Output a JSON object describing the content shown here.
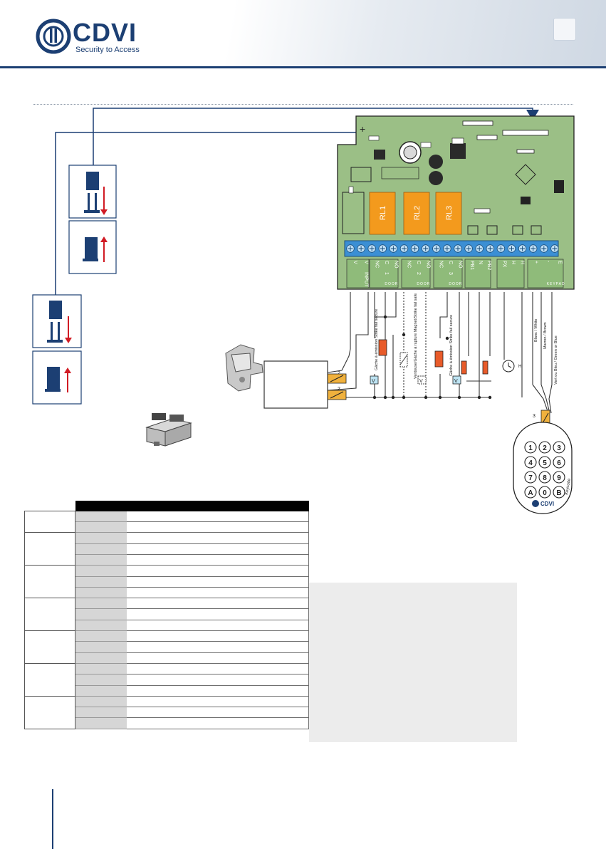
{
  "header": {
    "brand": "CDVI",
    "tagline": "Security to Access",
    "brand_color": "#1c3f73"
  },
  "board": {
    "relays": [
      "RL1",
      "RL2",
      "RL3"
    ],
    "terminal_groups": [
      {
        "name": "input",
        "top": [
          "V",
          "V"
        ],
        "side": "INPUT"
      },
      {
        "name": "relay-1",
        "top": [
          "NC",
          "C",
          "NO"
        ],
        "side": "1",
        "sub": "DOOR"
      },
      {
        "name": "relay-2",
        "top": [
          "NC",
          "C",
          "NO"
        ],
        "side": "2",
        "sub": "DOOR"
      },
      {
        "name": "relay-3",
        "top": [
          "NC",
          "C",
          "NO"
        ],
        "side": "3",
        "sub": "DOOR"
      },
      {
        "name": "push-buttons",
        "top": [
          "PB1",
          "N",
          "PB2"
        ]
      },
      {
        "name": "px",
        "top": [
          "PX",
          "H",
          "H"
        ]
      },
      {
        "name": "keypad",
        "top": [
          "+",
          "-",
          "E"
        ],
        "sub": "KEYPAD"
      }
    ],
    "board_color": "#9bbf86",
    "relay_color": "#f39a1d",
    "terminal_block_color": "#3b8fd4"
  },
  "wiring_labels": {
    "strike_fail_secure_1": "Gâche à émission Strike fail secure",
    "magnet_fail_safe": "Ventouse/Gâche à rupture Magnet/Strike fail safe",
    "strike_fail_secure_2": "Gâche à émission Strike fail secure",
    "voltage_badge": "V",
    "clock_mark": "H",
    "wire_white": "Blanc / White",
    "wire_brown": "Marron / Brown",
    "wire_green_blue": "Vert ou Bleu / Green or Blue",
    "cable_count_left_1": "2",
    "cable_count_left_2": "2",
    "cable_count_keypad": "3"
  },
  "keypad": {
    "keys": [
      "1",
      "2",
      "3",
      "4",
      "5",
      "6",
      "7",
      "8",
      "9",
      "A",
      "0",
      "B"
    ],
    "brand": "CDVI",
    "side_label": "Keycode"
  },
  "table": {
    "group_count": 7,
    "groups": [
      {
        "rows": 2
      },
      {
        "rows": 3
      },
      {
        "rows": 3
      },
      {
        "rows": 3
      },
      {
        "rows": 3
      },
      {
        "rows": 3
      },
      {
        "rows": 3
      }
    ]
  }
}
